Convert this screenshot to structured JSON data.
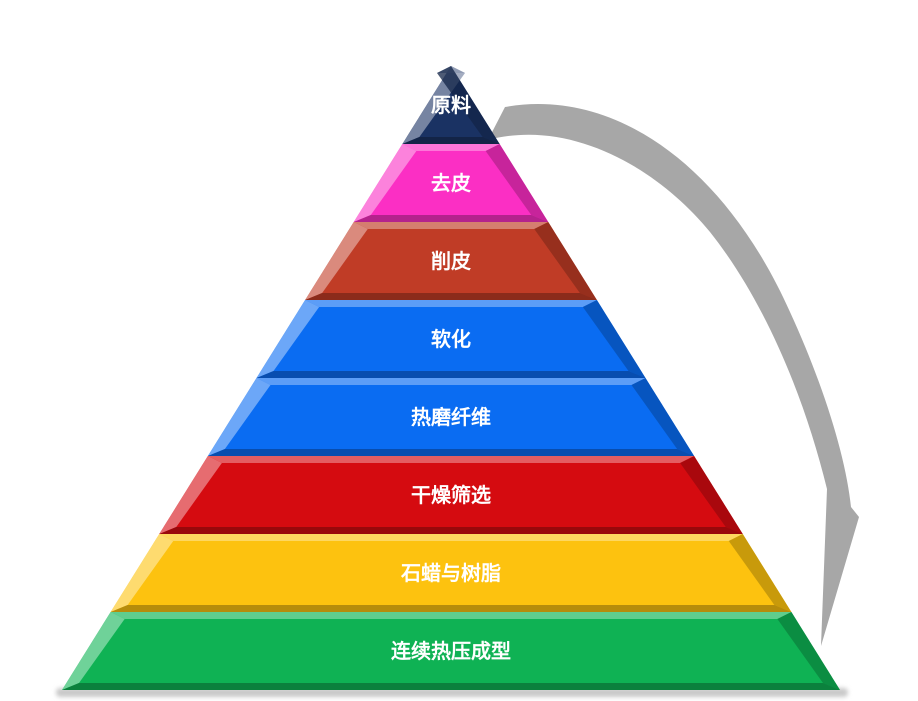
{
  "diagram": {
    "type": "pyramid-process",
    "levels": [
      {
        "label": "原料",
        "color": "#1a3263"
      },
      {
        "label": "去皮",
        "color": "#fb2fc4"
      },
      {
        "label": "削皮",
        "color": "#c03c26"
      },
      {
        "label": "软化",
        "color": "#0a6cf2"
      },
      {
        "label": "热磨纤维",
        "color": "#0a6cf2"
      },
      {
        "label": "干燥筛选",
        "color": "#d50b10"
      },
      {
        "label": "石蜡与树脂",
        "color": "#fdc20f"
      },
      {
        "label": "连续热压成型",
        "color": "#0fb254"
      }
    ],
    "label_color": "#ffffff",
    "arrow": {
      "description": "curved flow arrow from apex down right side",
      "color": "#a7a7a7",
      "direction": "top-to-bottom"
    },
    "shadow_color": "#c9c9c9",
    "background": "#ffffff"
  }
}
